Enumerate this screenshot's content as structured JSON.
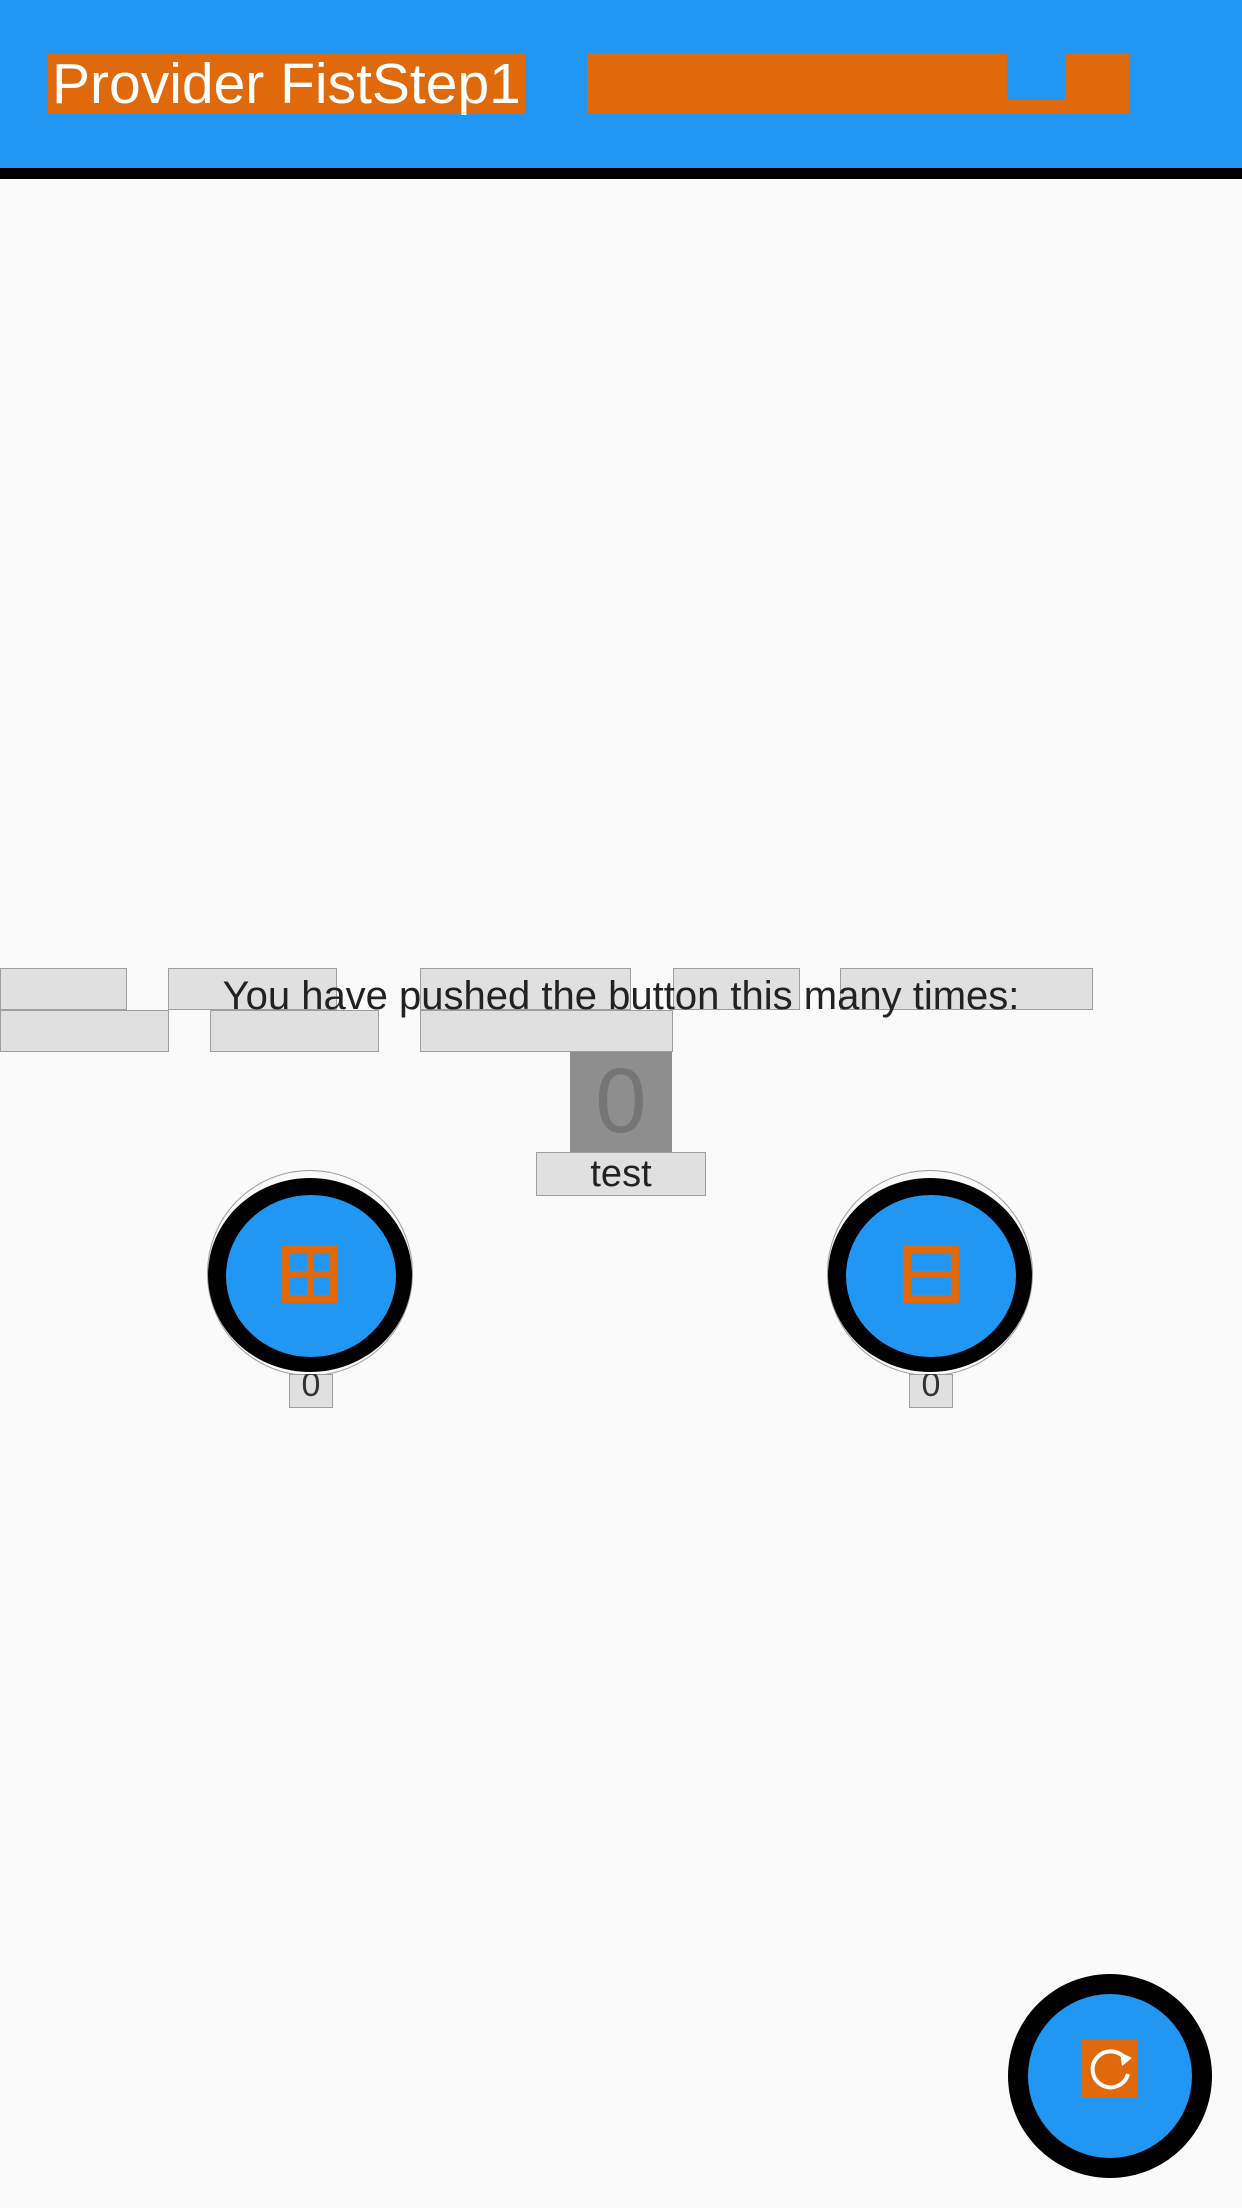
{
  "app_bar": {
    "title": "Provider FistStep1",
    "background_color": "#2196f3",
    "highlight_color": "#e0690c"
  },
  "body": {
    "message": "You have pushed the button this many times:",
    "counter_value": "0",
    "test_label": "test"
  },
  "controls": {
    "increment": {
      "icon": "plus-icon",
      "count": "0"
    },
    "decrement": {
      "icon": "minus-icon",
      "count": "0"
    },
    "refresh": {
      "icon": "refresh-icon"
    }
  }
}
